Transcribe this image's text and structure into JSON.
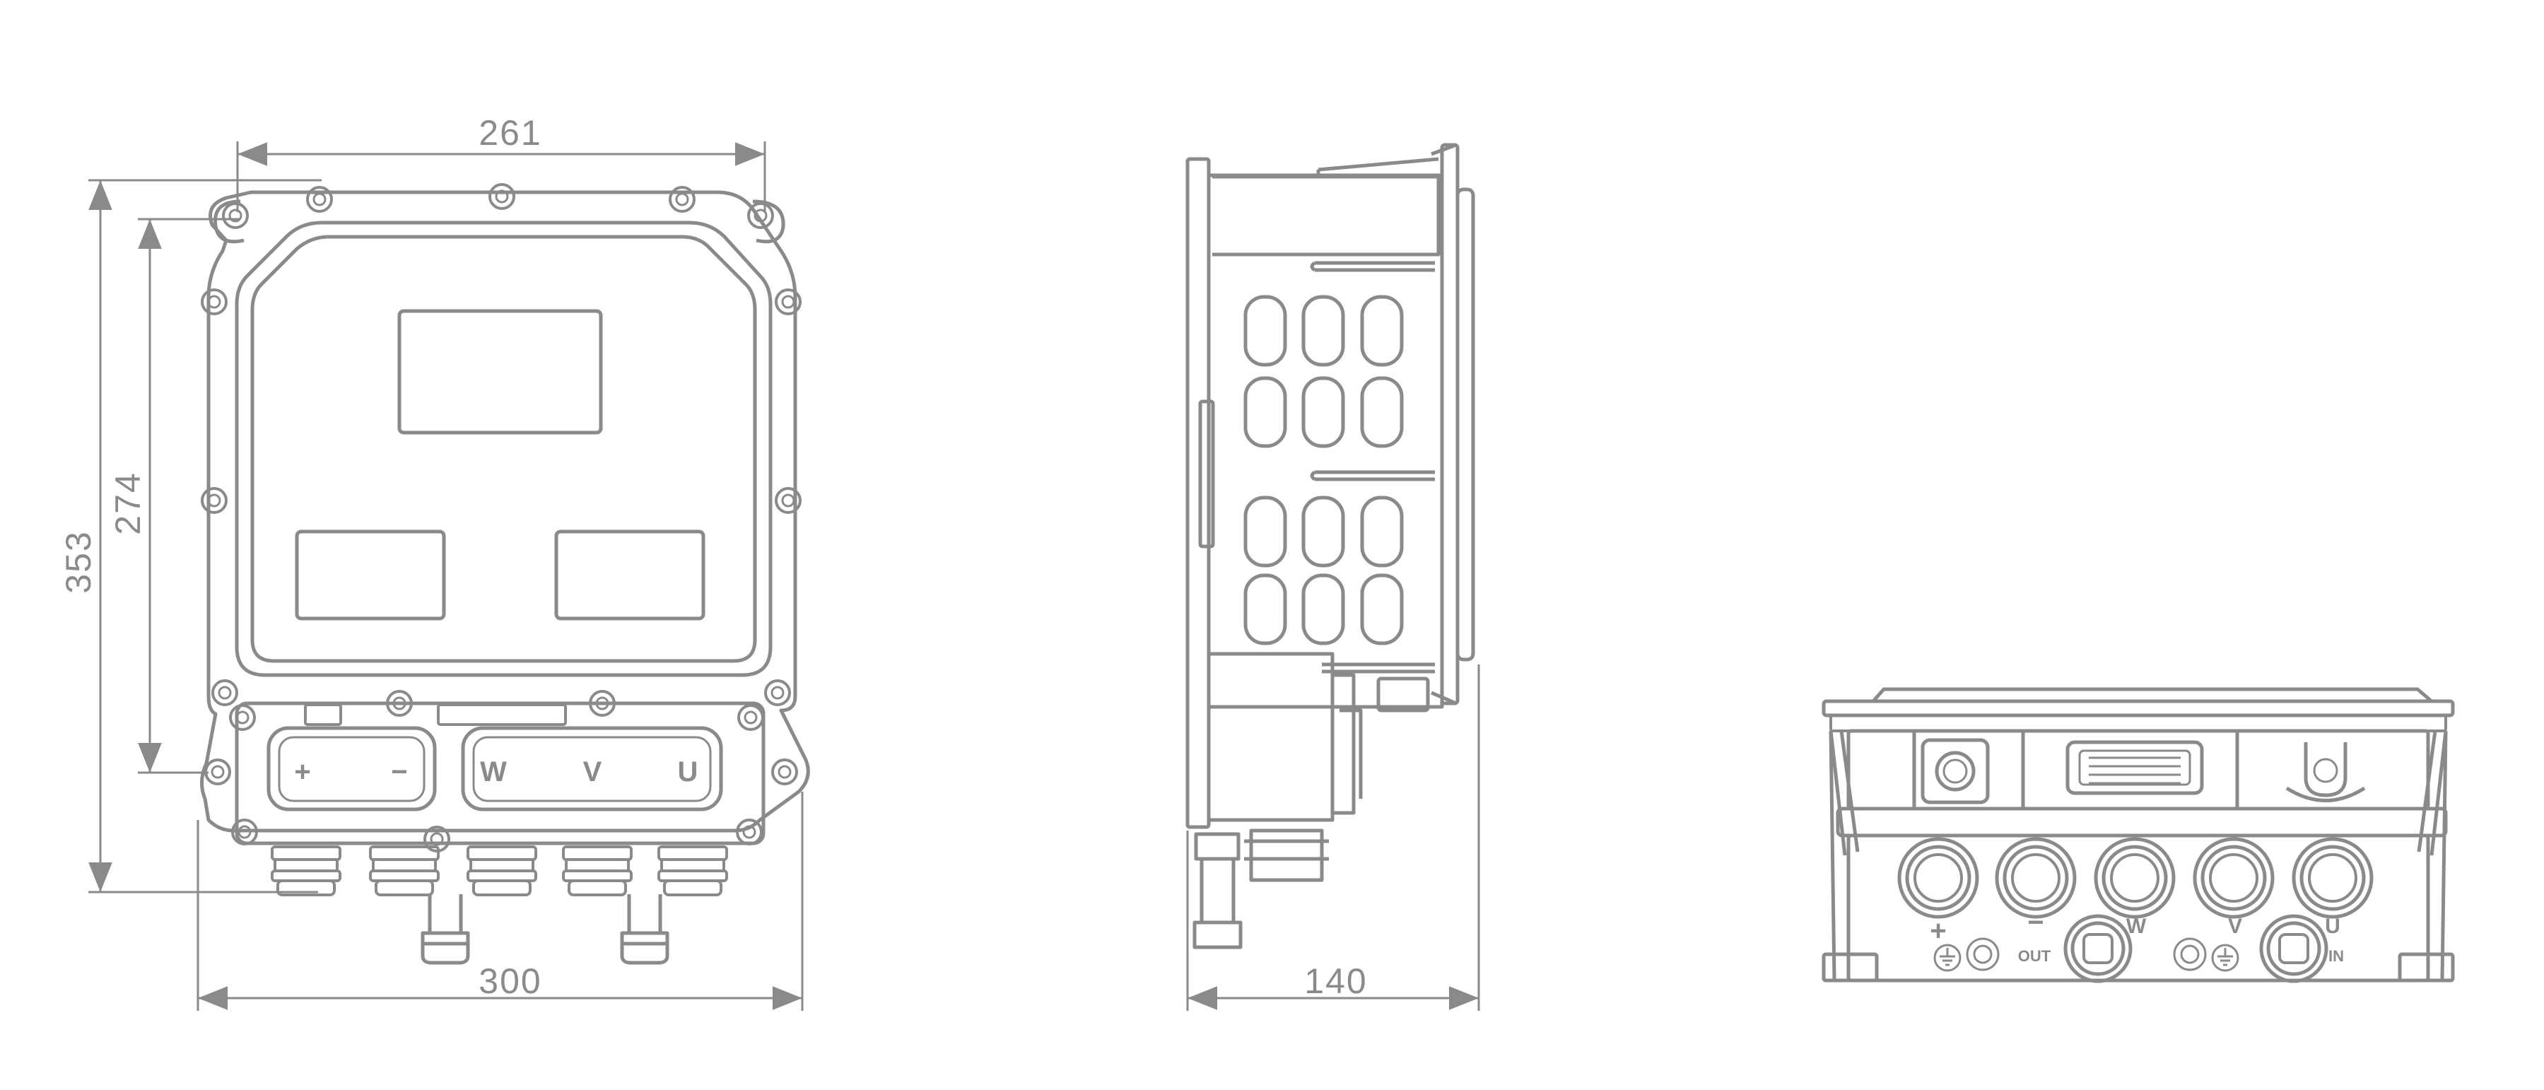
{
  "dimensions": {
    "front_width_top": "261",
    "front_width_bottom": "300",
    "front_height_outer": "353",
    "front_height_inner": "274",
    "side_depth": "140"
  },
  "terminal_labels": {
    "plus": "+",
    "minus": "−",
    "w": "W",
    "v": "V",
    "u": "U"
  },
  "bottom_view_labels": {
    "plus": "+",
    "minus": "−",
    "w": "W",
    "v": "V",
    "u": "U",
    "out": "OUT",
    "in": "IN"
  },
  "colors": {
    "line": "#8a8a8a",
    "background": "#ffffff"
  }
}
